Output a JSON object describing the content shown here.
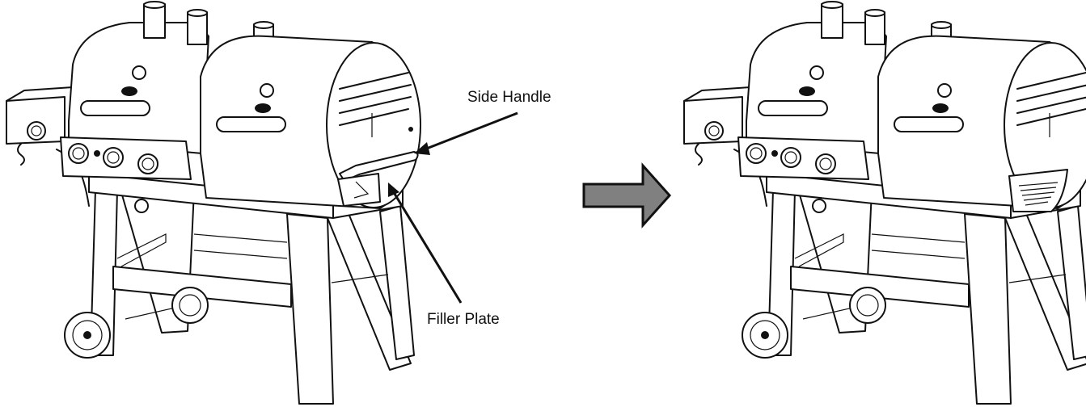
{
  "labels": {
    "side_handle": "Side Handle",
    "filler_plate": "Filler Plate"
  },
  "colors": {
    "line": "#111111",
    "arrow_fill": "#808080",
    "background": "#ffffff"
  },
  "figures": [
    "grill-before",
    "grill-after"
  ]
}
